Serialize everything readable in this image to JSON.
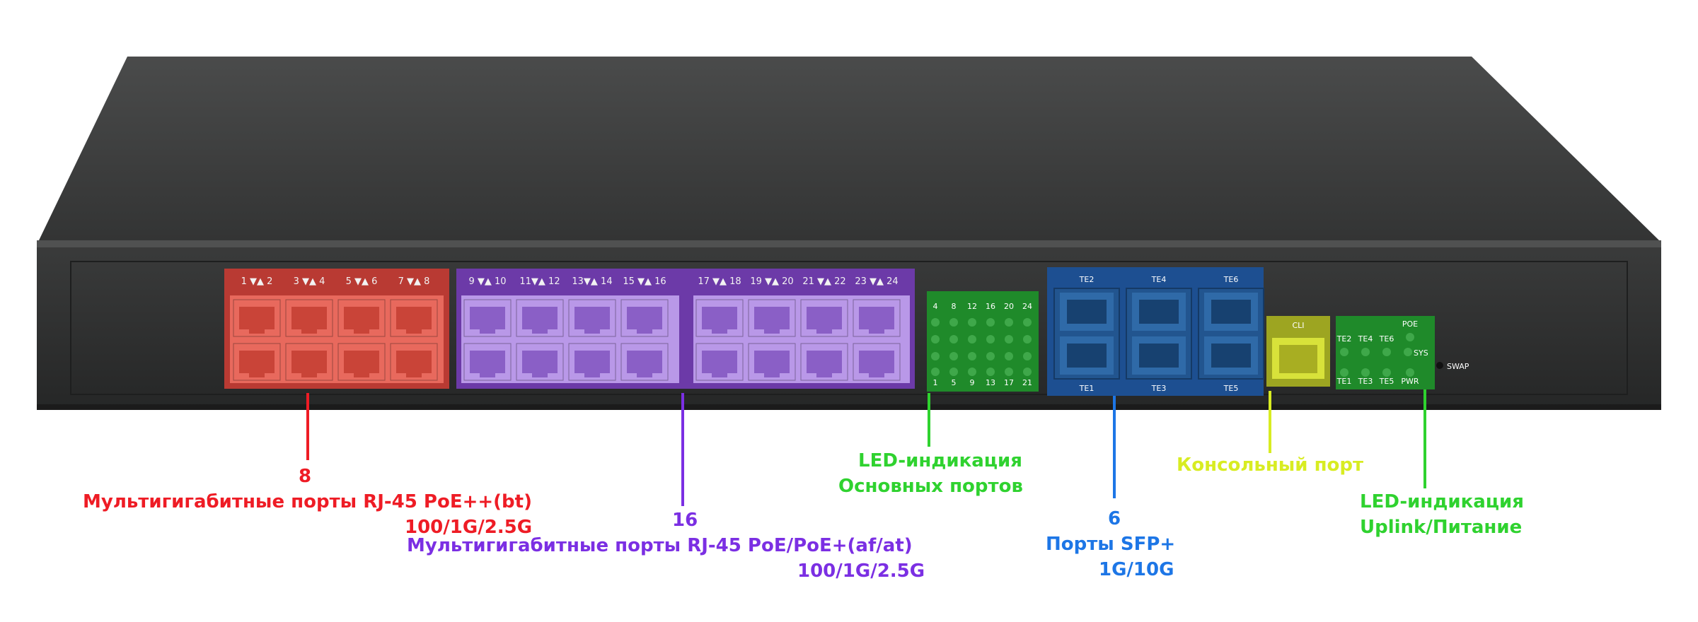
{
  "device": {
    "port_top_labels": [
      "1 ▼▲ 2",
      "3 ▼▲ 4",
      "5 ▼▲ 6",
      "7 ▼▲ 8",
      "9 ▼▲ 10",
      "11▼▲ 12",
      "13▼▲ 14",
      "15 ▼▲ 16",
      "17 ▼▲ 18",
      "19 ▼▲ 20",
      "21 ▼▲ 22",
      "23 ▼▲ 24"
    ],
    "led_panel_top": [
      "4",
      "8",
      "12",
      "16",
      "20",
      "24"
    ],
    "led_panel_bottom": [
      "1",
      "5",
      "9",
      "13",
      "17",
      "21"
    ],
    "sfp_top": [
      "TE2",
      "TE4",
      "TE6"
    ],
    "sfp_bottom": [
      "TE1",
      "TE3",
      "TE5"
    ],
    "console_label": "CLI",
    "uplink_led_top": [
      "TE2",
      "TE4",
      "TE6"
    ],
    "uplink_led_bottom": [
      "TE1",
      "TE3",
      "TE5"
    ],
    "poe_label": "POE",
    "sys_label": "SYS",
    "pwr_label": "PWR",
    "swap_label": "SWAP",
    "colors": {
      "body": "#3b3c3c",
      "front": "#2c2d2d",
      "red_zone": "#e8695d",
      "purple_zone": "#9c6bd6",
      "green_zone": "#1f8a2a",
      "blue_zone": "#1d4f91",
      "yellow_zone": "#c6d42c"
    }
  },
  "labels": {
    "group1": {
      "count": "8",
      "line1": "Мультигигабитные порты RJ-45 PoE++(bt)",
      "line2": "100/1G/2.5G"
    },
    "group2": {
      "count": "16",
      "line1": "Мультигигабитные порты RJ-45 PoE/PoE+(af/at)",
      "line2": "100/1G/2.5G"
    },
    "led_main": {
      "line1": "LED-индикация",
      "line2": "Основных портов"
    },
    "sfp": {
      "count": "6",
      "line1": "Порты SFP+",
      "line2": "1G/10G"
    },
    "console": {
      "line1": "Консольный порт"
    },
    "led_uplink": {
      "line1": "LED-индикация",
      "line2": "Uplink/Питание"
    }
  }
}
